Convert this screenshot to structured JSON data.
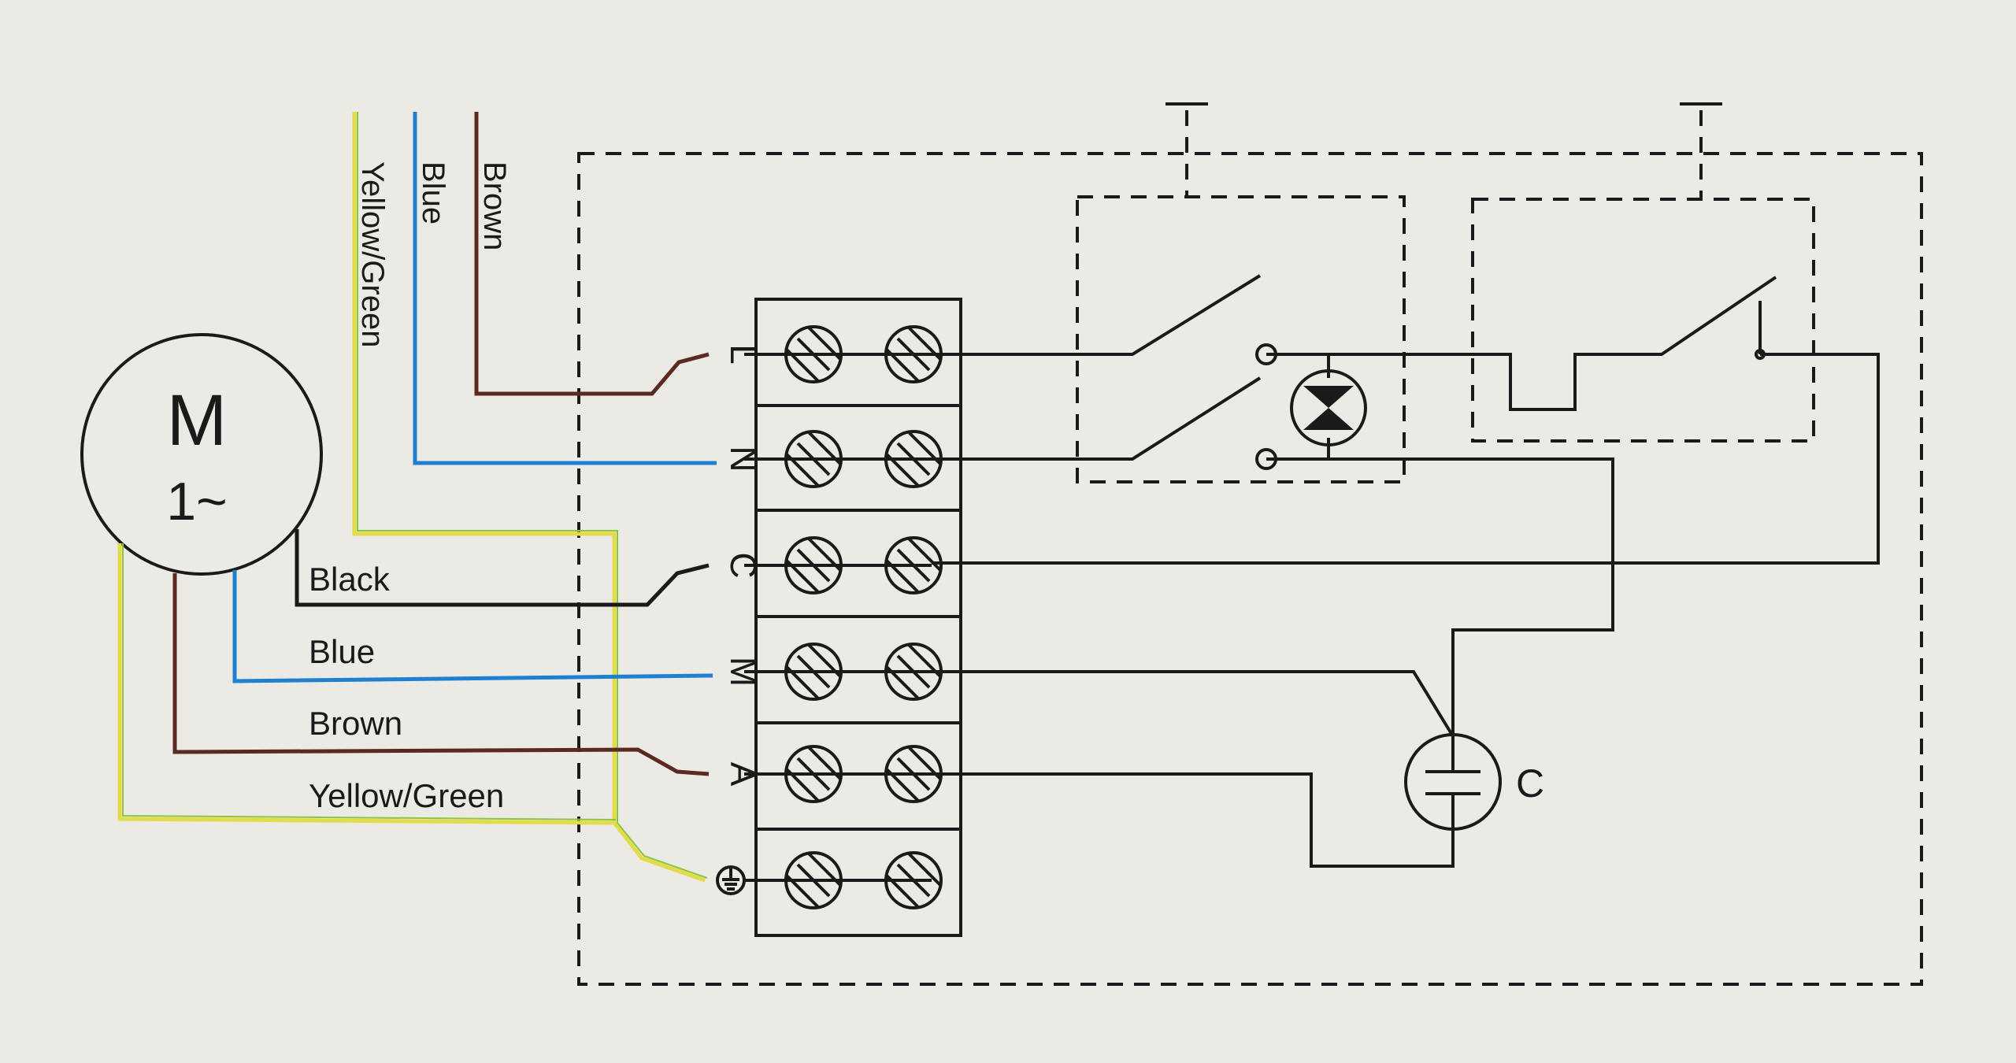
{
  "motor": {
    "symbol": "M",
    "phase": "1~"
  },
  "supply_wires": [
    {
      "label": "Yellow/Green",
      "color": "#b7c84a"
    },
    {
      "label": "Blue",
      "color": "#1f7fd0"
    },
    {
      "label": "Brown",
      "color": "#5a2a22"
    }
  ],
  "motor_wires": [
    {
      "label": "Black",
      "color": "#1a1a1a"
    },
    {
      "label": "Blue",
      "color": "#1f7fd0"
    },
    {
      "label": "Brown",
      "color": "#5a2a22"
    },
    {
      "label": "Yellow/Green",
      "color": "#b7c84a"
    }
  ],
  "terminals": [
    {
      "label": "L"
    },
    {
      "label": "N"
    },
    {
      "label": "C"
    },
    {
      "label": "M"
    },
    {
      "label": "A"
    },
    {
      "label": "",
      "icon": "earth-ground-icon"
    }
  ],
  "capacitor": {
    "label": "C"
  },
  "colors": {
    "background": "#e9e8e2",
    "ink": "#1a1a1a",
    "green": "#8cc63f",
    "yellow": "#e3dc4a"
  }
}
